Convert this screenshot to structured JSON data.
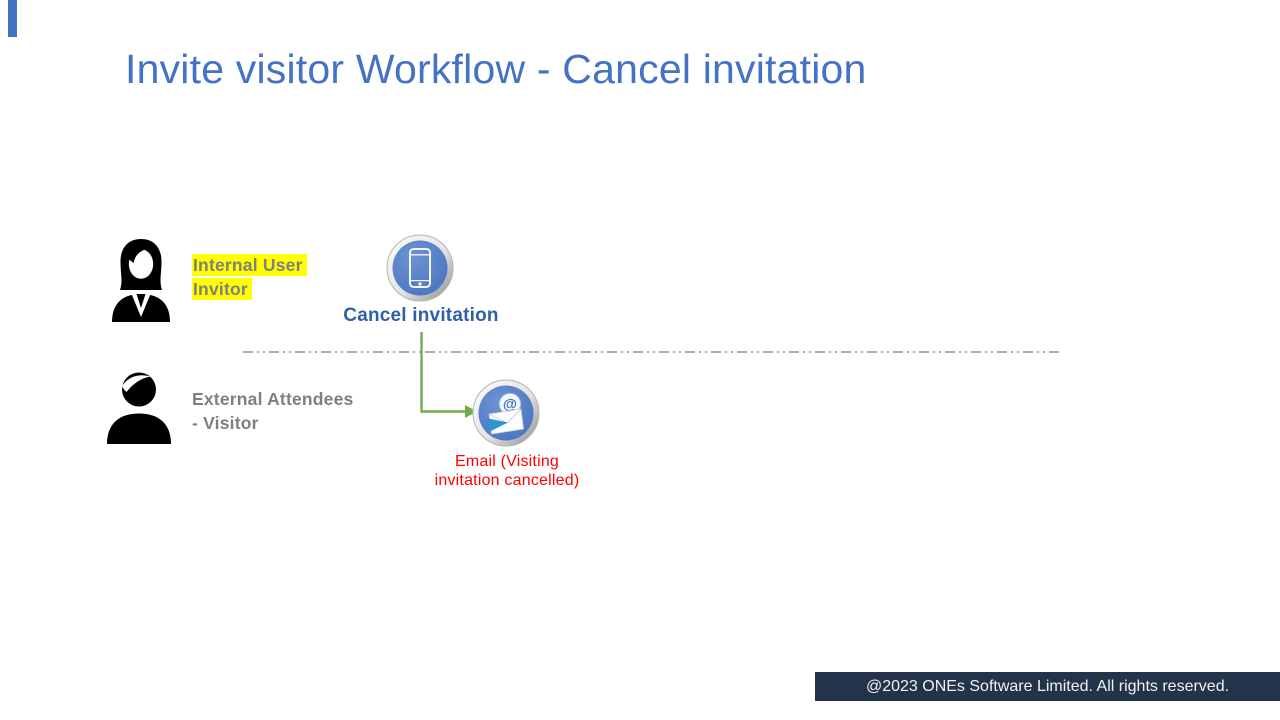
{
  "slide": {
    "title": "Invite visitor Workflow - Cancel invitation",
    "title_color": "#4472C4",
    "accent_bar_color": "#4472C4",
    "background": "#FFFFFF"
  },
  "lanes": [
    {
      "name": "Internal User Invitor",
      "label_line1": "Internal User",
      "label_line2": "Invitor",
      "icon": "woman-silhouette",
      "text_color": "#7F7F7F",
      "highlight_color": "#FFFF00"
    },
    {
      "name": "External Attendees - Visitor",
      "label_line1": "External Attendees",
      "label_line2": "- Visitor",
      "icon": "man-silhouette",
      "text_color": "#7F7F7F"
    }
  ],
  "workflow": {
    "steps": [
      {
        "label": "Cancel invitation",
        "icon": "smartphone-button",
        "label_color": "#2E5FA9"
      },
      {
        "label_line1": "Email (Visiting",
        "label_line2": "invitation cancelled)",
        "icon": "email-button",
        "label_color": "#FF0000"
      }
    ],
    "connector_color": "#70AD47",
    "separator_color": "#A6A6A6",
    "separator_style": "dash-dot-dot"
  },
  "footer": {
    "text": "@2023 ONEs Software Limited. All rights reserved.",
    "background": "#233349",
    "text_color": "#F2F2F2"
  }
}
